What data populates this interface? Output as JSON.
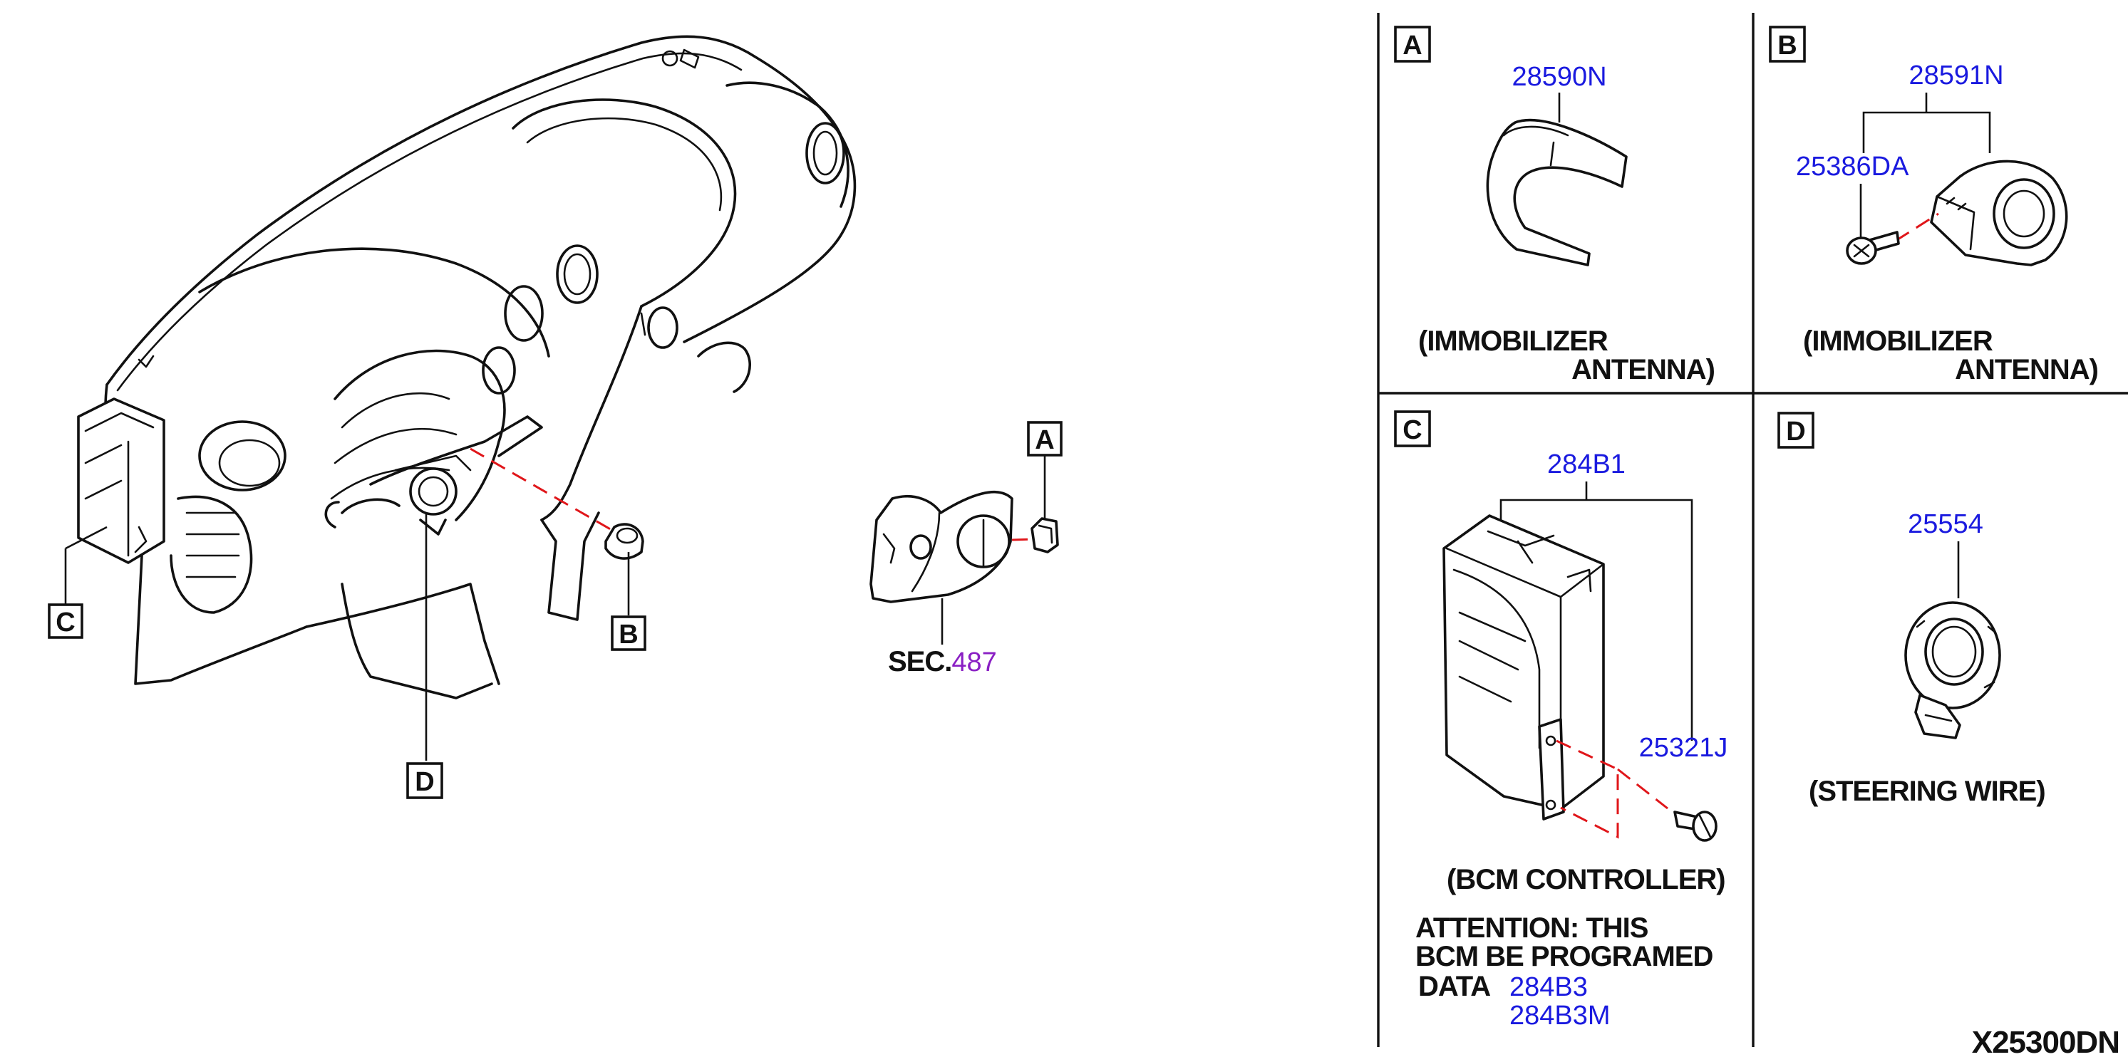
{
  "callouts": {
    "overview": {
      "a": "A",
      "b": "B",
      "c": "C",
      "d": "D"
    },
    "panel_a": "A",
    "panel_b": "B",
    "panel_c": "C",
    "panel_d": "D"
  },
  "section_ref": {
    "prefix": "SEC.",
    "number": "487"
  },
  "panel_a": {
    "part_number": "28590N",
    "caption_line1": "(IMMOBILIZER",
    "caption_line2": "ANTENNA)"
  },
  "panel_b": {
    "part_number_main": "28591N",
    "part_number_screw": "25386DA",
    "caption_line1": "(IMMOBILIZER",
    "caption_line2": "ANTENNA)"
  },
  "panel_c": {
    "part_number_main": "284B1",
    "part_number_screw": "25321J",
    "caption": "(BCM CONTROLLER)",
    "attention_line1": "ATTENTION: THIS",
    "attention_line2": "BCM BE PROGRAMED",
    "data_label": "DATA",
    "data_part_1": "284B3",
    "data_part_2": "284B3M"
  },
  "panel_d": {
    "part_number": "25554",
    "caption": "(STEERING WIRE)"
  },
  "diagram_id": "X25300DN",
  "colors": {
    "line": "#111111",
    "part_number": "#1a1adf",
    "section_number": "#8a1fc4",
    "dashed_leader": "#e0161a"
  }
}
